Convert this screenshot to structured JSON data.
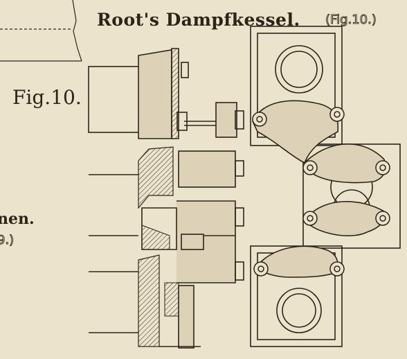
{
  "plate": {
    "title": "Root's Dampfkessel.",
    "title_sub": "(Fig.10.)",
    "fig_label": "Fig.10.",
    "left_fragment_1": "nen.",
    "left_fragment_2": "9.)"
  },
  "colors": {
    "paper": "#ece3cc",
    "ink": "#2c2418",
    "fill": "#ddd2b8"
  }
}
